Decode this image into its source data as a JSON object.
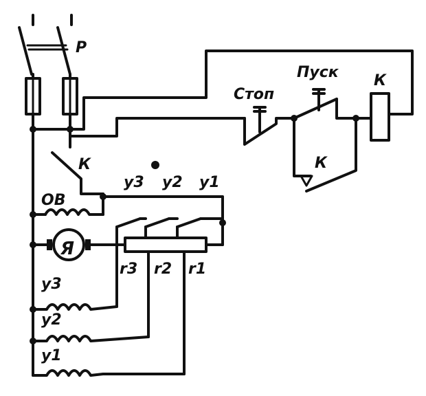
{
  "labels": {
    "switch_main": "Р",
    "stop": "Стоп",
    "start": "Пуск",
    "coil_k": "К",
    "contact_k": "К",
    "aux_contact_k": "К",
    "field_winding": "ОВ",
    "armature": "Я",
    "contact_y3": "у3",
    "contact_y2": "у2",
    "contact_y1": "у1",
    "coil_y3": "у3",
    "coil_y2": "у2",
    "coil_y1": "у1",
    "resistor_r3": "r3",
    "resistor_r2": "r2",
    "resistor_r1": "r1"
  }
}
